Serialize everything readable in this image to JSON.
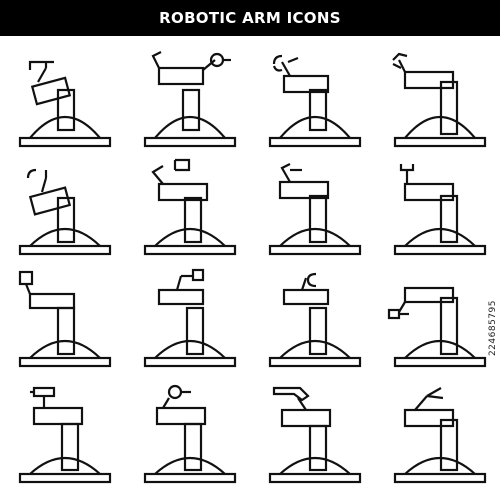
{
  "header": {
    "title": "ROBOTIC ARM ICONS"
  },
  "watermark": {
    "id_text": "224685795"
  },
  "icons": [
    {
      "name": "robot-arm-icon-1"
    },
    {
      "name": "robot-arm-icon-2"
    },
    {
      "name": "robot-arm-icon-3"
    },
    {
      "name": "robot-arm-icon-4"
    },
    {
      "name": "robot-arm-icon-5"
    },
    {
      "name": "robot-arm-icon-6"
    },
    {
      "name": "robot-arm-icon-7"
    },
    {
      "name": "robot-arm-icon-8"
    },
    {
      "name": "robot-arm-icon-9"
    },
    {
      "name": "robot-arm-icon-10"
    },
    {
      "name": "robot-arm-icon-11"
    },
    {
      "name": "robot-arm-icon-12"
    },
    {
      "name": "robot-arm-icon-13"
    },
    {
      "name": "robot-arm-icon-14"
    },
    {
      "name": "robot-arm-icon-15"
    },
    {
      "name": "robot-arm-icon-16"
    }
  ],
  "colors": {
    "title_bar": "#000000",
    "title_text": "#ffffff",
    "stroke": "#111111",
    "background": "#ffffff"
  }
}
